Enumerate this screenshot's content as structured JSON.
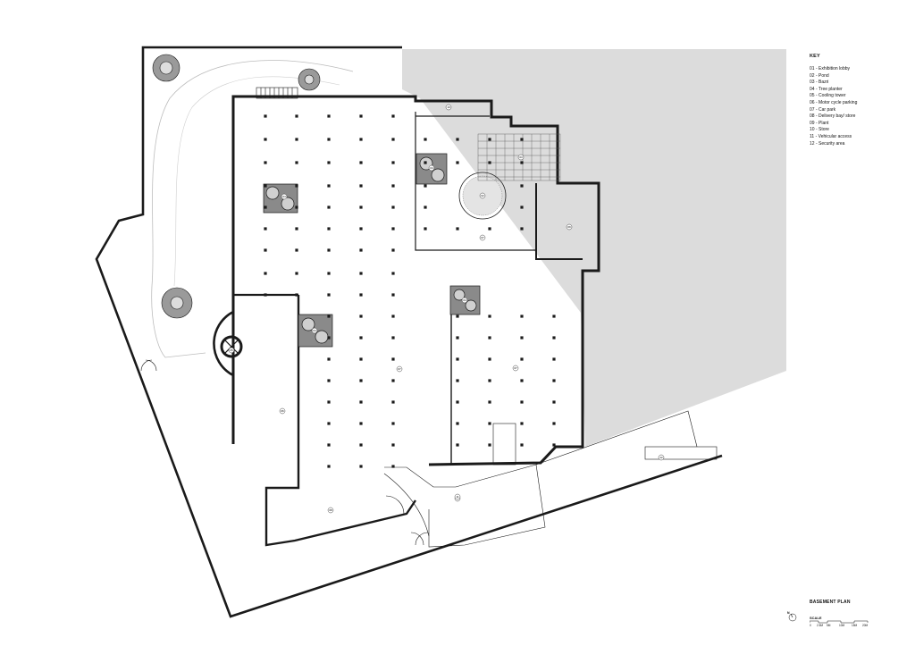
{
  "key": {
    "title": "KEY",
    "items": [
      "01 - Exhibition lobby",
      "02 - Pond",
      "03 - Bazri",
      "04 - Tree planter",
      "05 - Cooling tower",
      "06 - Motor cycle parking",
      "07 - Car park",
      "08 - Delivery bay/ store",
      "09 - Plant",
      "10 - Store",
      "11 - Vehicular access",
      "12 - Security area"
    ]
  },
  "plan_title": "BASEMENT PLAN",
  "north_label": "N",
  "scale": {
    "title": "SCALE",
    "ticks": [
      "0",
      "2.5M",
      "5M",
      "10M",
      "15M",
      "20M"
    ]
  },
  "room_labels": [
    "01",
    "02",
    "03",
    "04",
    "04",
    "04",
    "04",
    "05",
    "06",
    "07",
    "07",
    "07",
    "08",
    "09",
    "10",
    "11",
    "12"
  ],
  "colors": {
    "site_shade": "#dcdcdc",
    "wall": "#1a1a1a",
    "planter_fill": "#8a8a8a"
  }
}
